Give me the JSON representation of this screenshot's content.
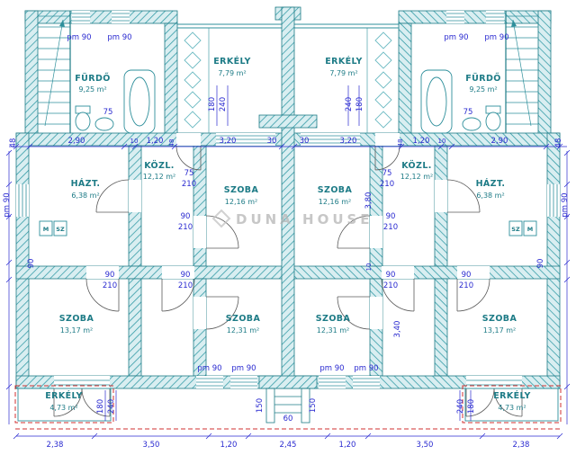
{
  "watermark": {
    "text": "DUNA HOUSE"
  },
  "colors": {
    "wall_hatch": "#2e98a4",
    "wall_outline": "#1d7b86",
    "dimension_blue": "#2a2ad0",
    "room_label_teal": "#1d7b86",
    "red_dashed": "#d03030",
    "watermark_gray": "#b5b5b5"
  },
  "rooms": {
    "furdo": {
      "name": "FÜRDŐ",
      "area": "9,25 m²"
    },
    "erkely_top": {
      "name": "ERKÉLY",
      "area": "7,79 m²"
    },
    "kozl": {
      "name": "KÖZL.",
      "area": "12,12 m²"
    },
    "hazt": {
      "name": "HÁZT.",
      "area": "6,38 m²"
    },
    "szoba_mid": {
      "name": "SZOBA",
      "area": "12,16 m²"
    },
    "szoba_bottom_center": {
      "name": "SZOBA",
      "area": "12,31 m²"
    },
    "szoba_bottom_corner": {
      "name": "SZOBA",
      "area": "13,17 m²"
    },
    "erkely_bottom": {
      "name": "ERKÉLY",
      "area": "4,73 m²"
    }
  },
  "appliances": {
    "washer": "M",
    "dryer": "SZ"
  },
  "dims": {
    "top_row": [
      "48",
      "2,90",
      "10",
      "1,20",
      "3,20",
      "30",
      "30",
      "3,20",
      "1,20",
      "10",
      "2,90",
      "48"
    ],
    "wall_thickness": "48",
    "bottom_row": [
      "2,38",
      "3,50",
      "1,20",
      "2,45",
      "1,20",
      "3,50",
      "2,38"
    ],
    "pm90": "pm 90",
    "h180": "180",
    "h240": "240",
    "w75": "75",
    "h210": "210",
    "w90": "90",
    "v380": "3,80",
    "v340": "3,40",
    "v10": "10",
    "v150": "150",
    "w60": "60"
  }
}
